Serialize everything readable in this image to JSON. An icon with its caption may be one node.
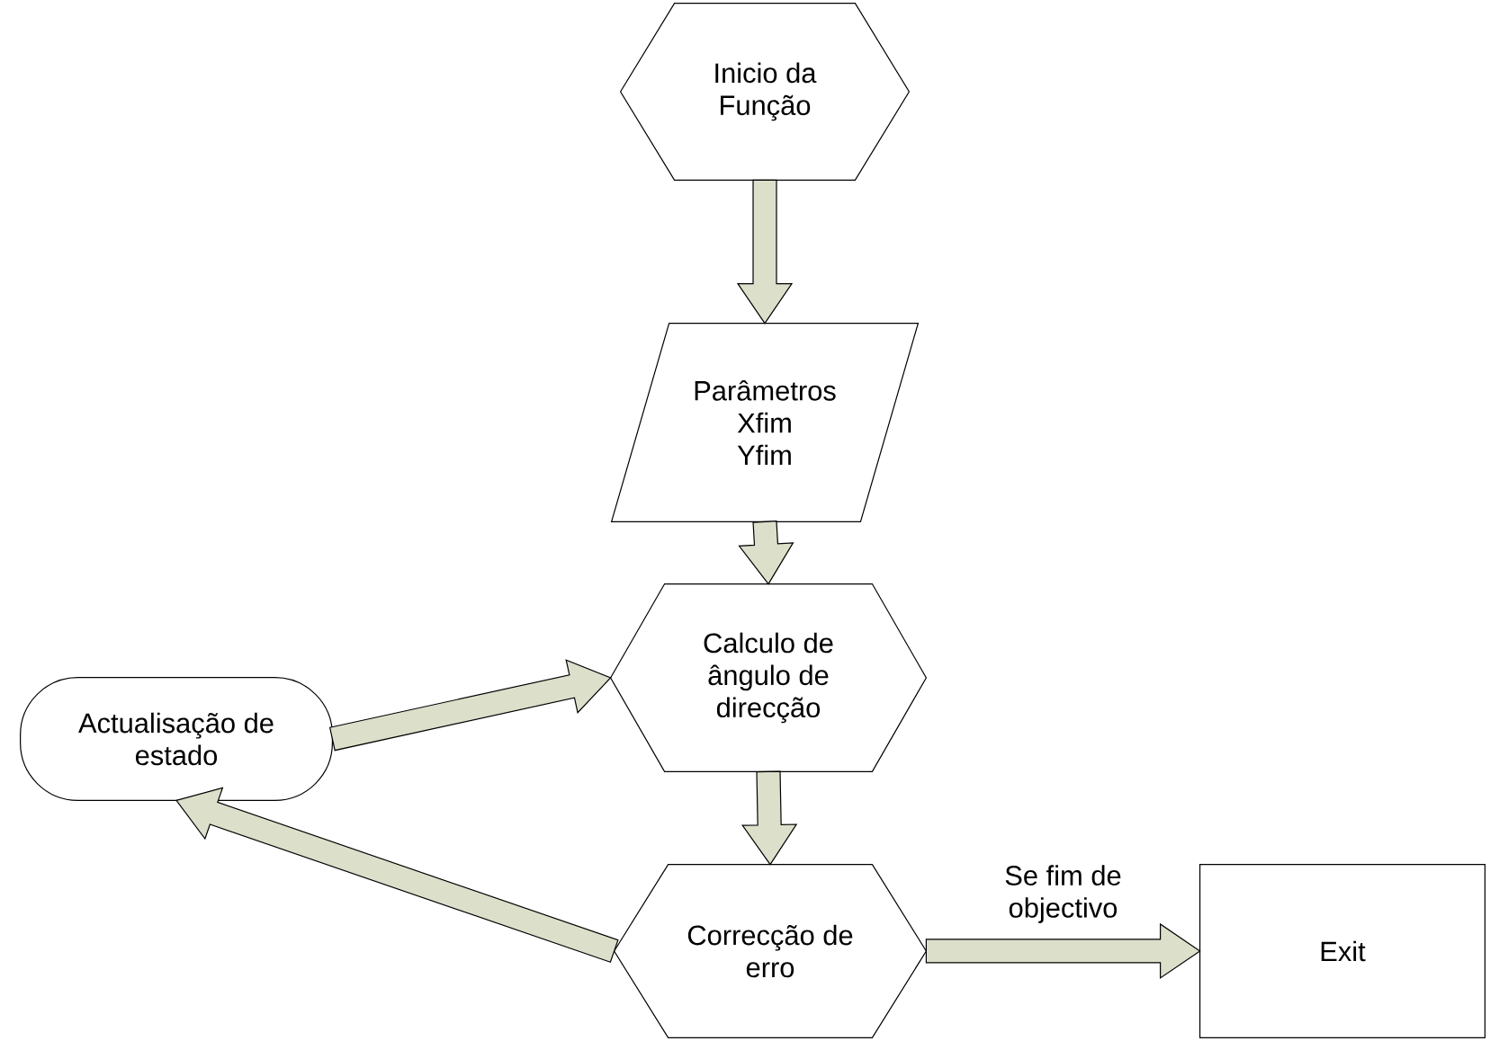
{
  "diagram": {
    "nodes": [
      {
        "text": [
          "Inicio da Função"
        ]
      },
      {
        "text": [
          "Parâmetros",
          "Xfim",
          "Yfim"
        ]
      },
      {
        "text": [
          "Calculo de ângulo de direcção"
        ]
      },
      {
        "text": [
          "Actualisação de estado"
        ]
      },
      {
        "text": [
          "Correcção de erro"
        ]
      },
      {
        "text": [
          "Exit"
        ]
      }
    ],
    "edges": [
      {
        "from": 0,
        "to": 1,
        "arrow": "to"
      },
      {
        "from": 1,
        "to": 2,
        "arrow": "to"
      },
      {
        "from": 3,
        "to": 2,
        "arrow": "to"
      },
      {
        "from": 2,
        "to": 4,
        "arrow": "to"
      },
      {
        "from": 4,
        "to": 3,
        "arrow": "to"
      },
      {
        "from": 4,
        "to": 5,
        "arrow": "to",
        "label": "Se fim de objectivo"
      }
    ]
  }
}
